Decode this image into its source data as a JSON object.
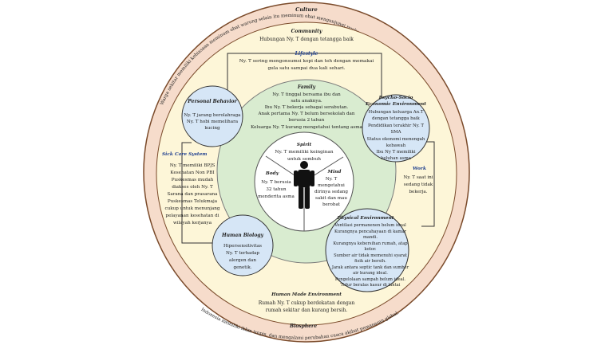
{
  "rings": {
    "culture": {
      "label": "Culture",
      "text_top": "Warga sekitar memiliki kebiasaan meminum obat warung selain itu meminum obat mengunjungi puskesmas hanya bila keluhan semakin memberat.",
      "text_bottom": "Indonesia memiliki iklim tropis, dan mengalami perubahan cuaca akibat pemanasan global.",
      "fill": "#f6dccb",
      "stroke": "#7a4a2a"
    },
    "community": {
      "label": "Community",
      "text": "Hubungan Ny. T dengan tetangga baik",
      "fill": "#fdf6d8"
    },
    "lifestyle": {
      "label": "Lifestyle",
      "text": [
        "Ny. T sering mengonsumsi kopi dan teh dengan memakai",
        "gula satu sampai dua kali sehari."
      ],
      "fill": "#fff4c6"
    },
    "family": {
      "label": "Family",
      "text": [
        "Ny. T tinggal bersama ibu dan",
        "satu anaknya.",
        "Ibu Ny. T bekerja sebagai serabutan.",
        "Anak pertama Ny. T belum bersekolah dan",
        "berusia 2 tahun",
        "Keluarga Ny. T  kurang mengetahui tentang asma"
      ],
      "fill": "#d9ecd0"
    },
    "biosphere": {
      "label": "Biosphere"
    },
    "human_made": {
      "label": "Human Made Environment",
      "text": [
        "Rumah Ny. T cukup berdekatan dengan",
        "rumah sekitar dan kurang bersih."
      ]
    }
  },
  "core": {
    "spirit": {
      "label": "Spirit",
      "text": [
        "Ny. T memiliki keinginan",
        "untuk sembuh"
      ]
    },
    "body": {
      "label": "Body",
      "text": [
        "Ny. T berusia",
        "32 tahun",
        "menderita asma"
      ]
    },
    "mind": {
      "label": "Mind",
      "text": [
        "Ny. T",
        "mengetahui",
        "dirinya sedang",
        "sakit dan mau",
        "berobat"
      ]
    }
  },
  "bubbles": {
    "personal_behavior": {
      "label": "Personal Behavior",
      "text": [
        "Ny. T jarang berolahraga",
        "Ny. T hobi memelihara",
        "kucing"
      ]
    },
    "psycho_socio": {
      "label": [
        "Psycho-Socio",
        "Economic Environment"
      ],
      "text": [
        "Hubungan keluarga An.T",
        "dengan tetangga baik",
        "Pendidikan terakhir Ny. T",
        "SMA",
        "Status ekonomi  menengah",
        "kebawah",
        "Ibu Ny T memiliki",
        "keluhan asma"
      ]
    },
    "human_biology": {
      "label": "Human Biology",
      "text": [
        "Hipersensitivitas",
        "Ny. T terhadap",
        "alergen dan",
        "genetik."
      ]
    },
    "physical_environment": {
      "label": "Physical Environment",
      "text": [
        "Ventilasi permanenen belum ideal",
        "Kurangnya pencahayaan di kamar",
        "mandi.",
        "Kurangnya kebersihan rumah, atap",
        "kotor.",
        "Sumber air tidak memenuhi syarat",
        "fisik air bersih.",
        "Jarak antara septic tank dan sumber",
        "air kurang ideal.",
        "Pengelolaan sampah belum ideal.",
        "Tidur beralas kasur di lantai"
      ]
    },
    "fill": "#d6e6f6",
    "stroke": "#333333"
  },
  "side_boxes": {
    "sick_care": {
      "label": "Sick Care System",
      "text": [
        "Ny. T memiliki BPJS",
        "Kesehatan Non PBI",
        "Puskesmas mudah",
        "diakses oleh Ny. T",
        "Sarana dan prasarana",
        "Puskesmas Telukmaja",
        "cukup untuk menunjang",
        "pelayanan kesehatan di",
        "wilayah kerjanya"
      ]
    },
    "work": {
      "label": "Work",
      "text": [
        "Ny. T saat ini",
        "sedang tidak",
        "bekerja."
      ]
    }
  }
}
